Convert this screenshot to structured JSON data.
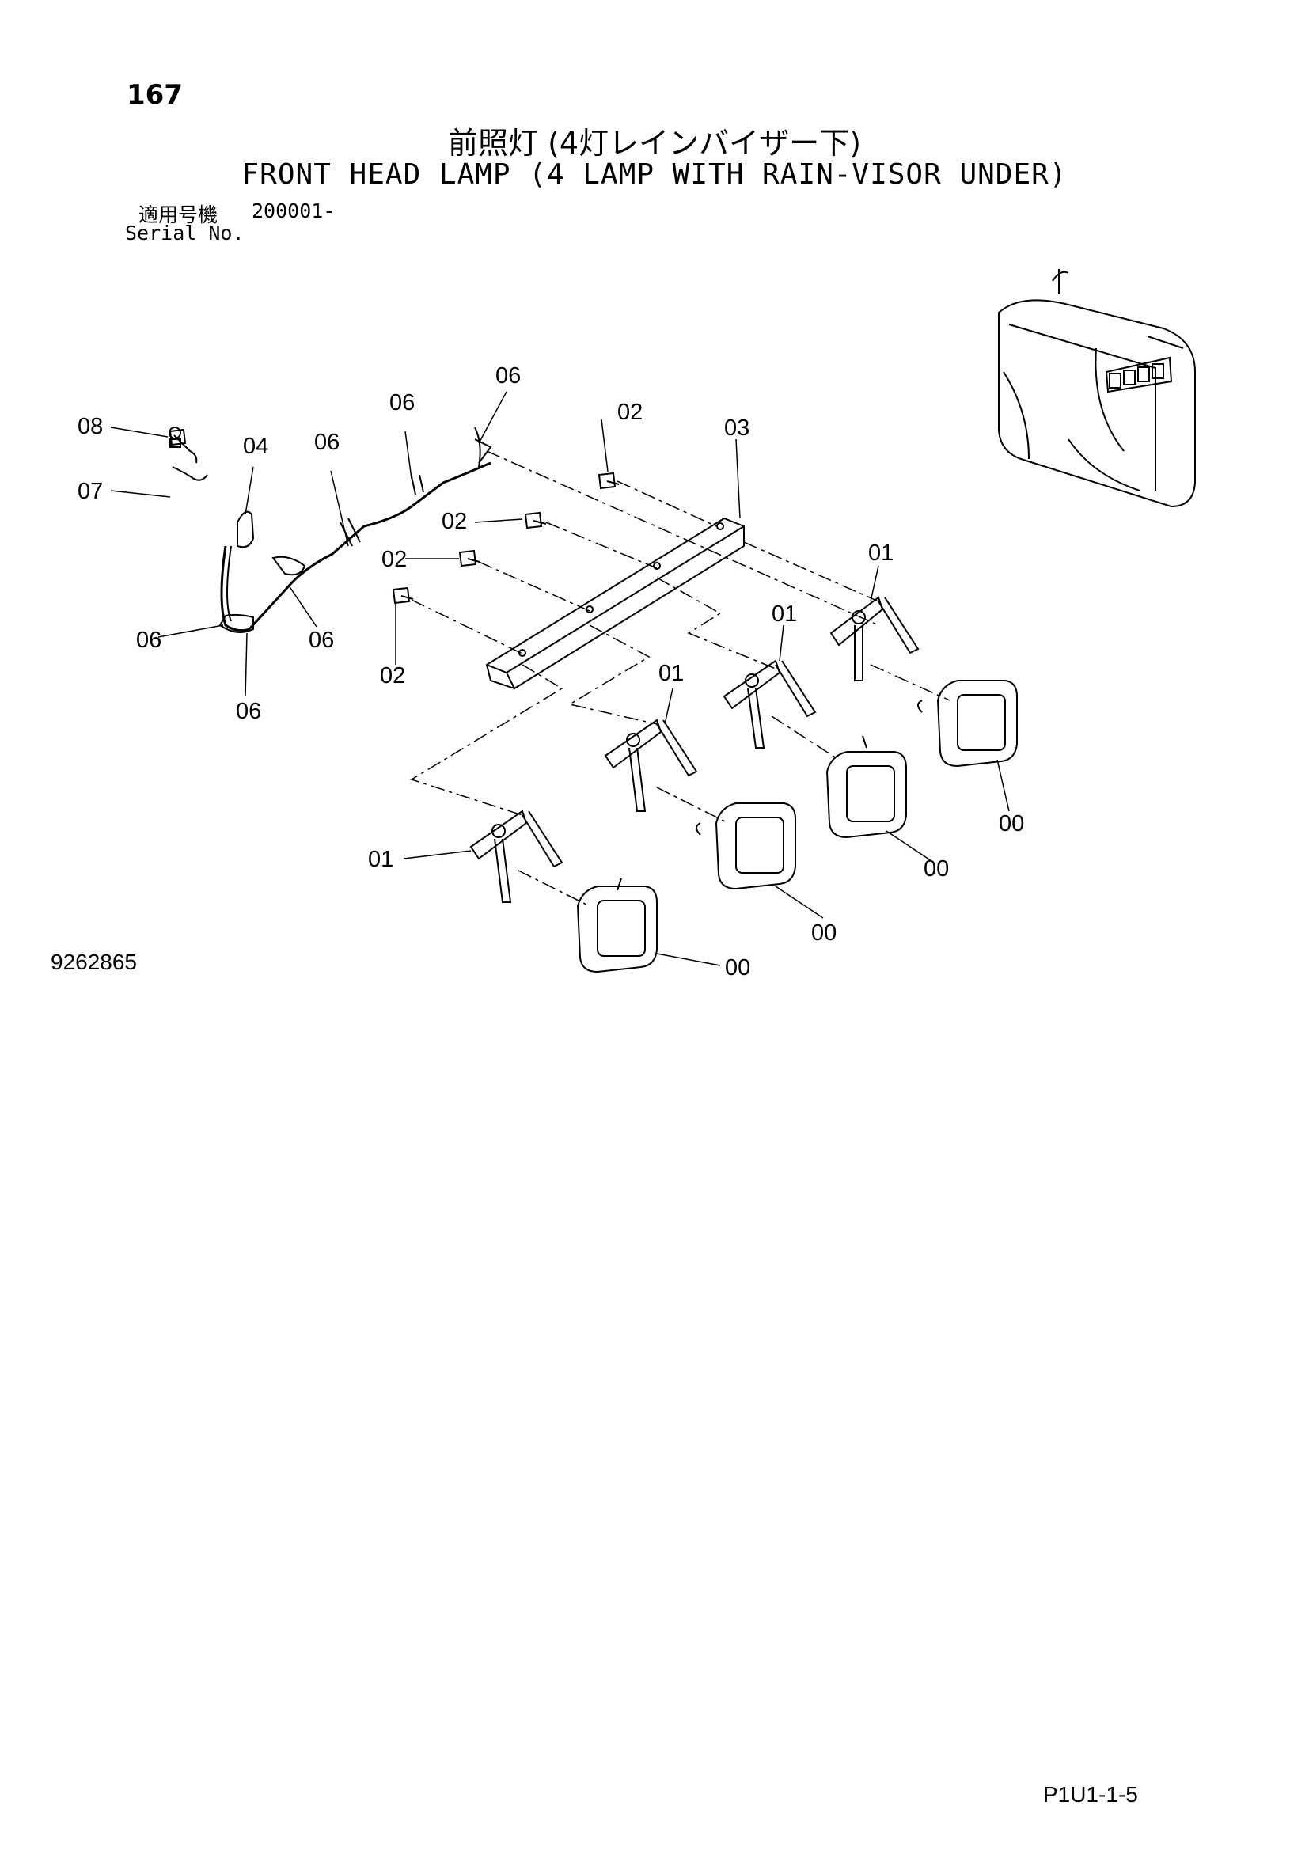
{
  "page_number": "167",
  "title_jp": "前照灯 (4灯レインバイザー下)",
  "title_en": "FRONT HEAD LAMP (4 LAMP WITH RAIN-VISOR UNDER)",
  "serial_label_jp": "適用号機",
  "serial_value": "200001-",
  "serial_label_en": "Serial No.",
  "drawing_number": "9262865",
  "page_code": "P1U1-1-5",
  "callouts": {
    "c08": "08",
    "c07": "07",
    "c04": "04",
    "c06a": "06",
    "c06b": "06",
    "c06c": "06",
    "c06d": "06",
    "c06e": "06",
    "c06f": "06",
    "c02a": "02",
    "c02b": "02",
    "c02c": "02",
    "c02d": "02",
    "c03": "03",
    "c01a": "01",
    "c01b": "01",
    "c01c": "01",
    "c01d": "01",
    "c00a": "00",
    "c00b": "00",
    "c00c": "00",
    "c00d": "00"
  }
}
